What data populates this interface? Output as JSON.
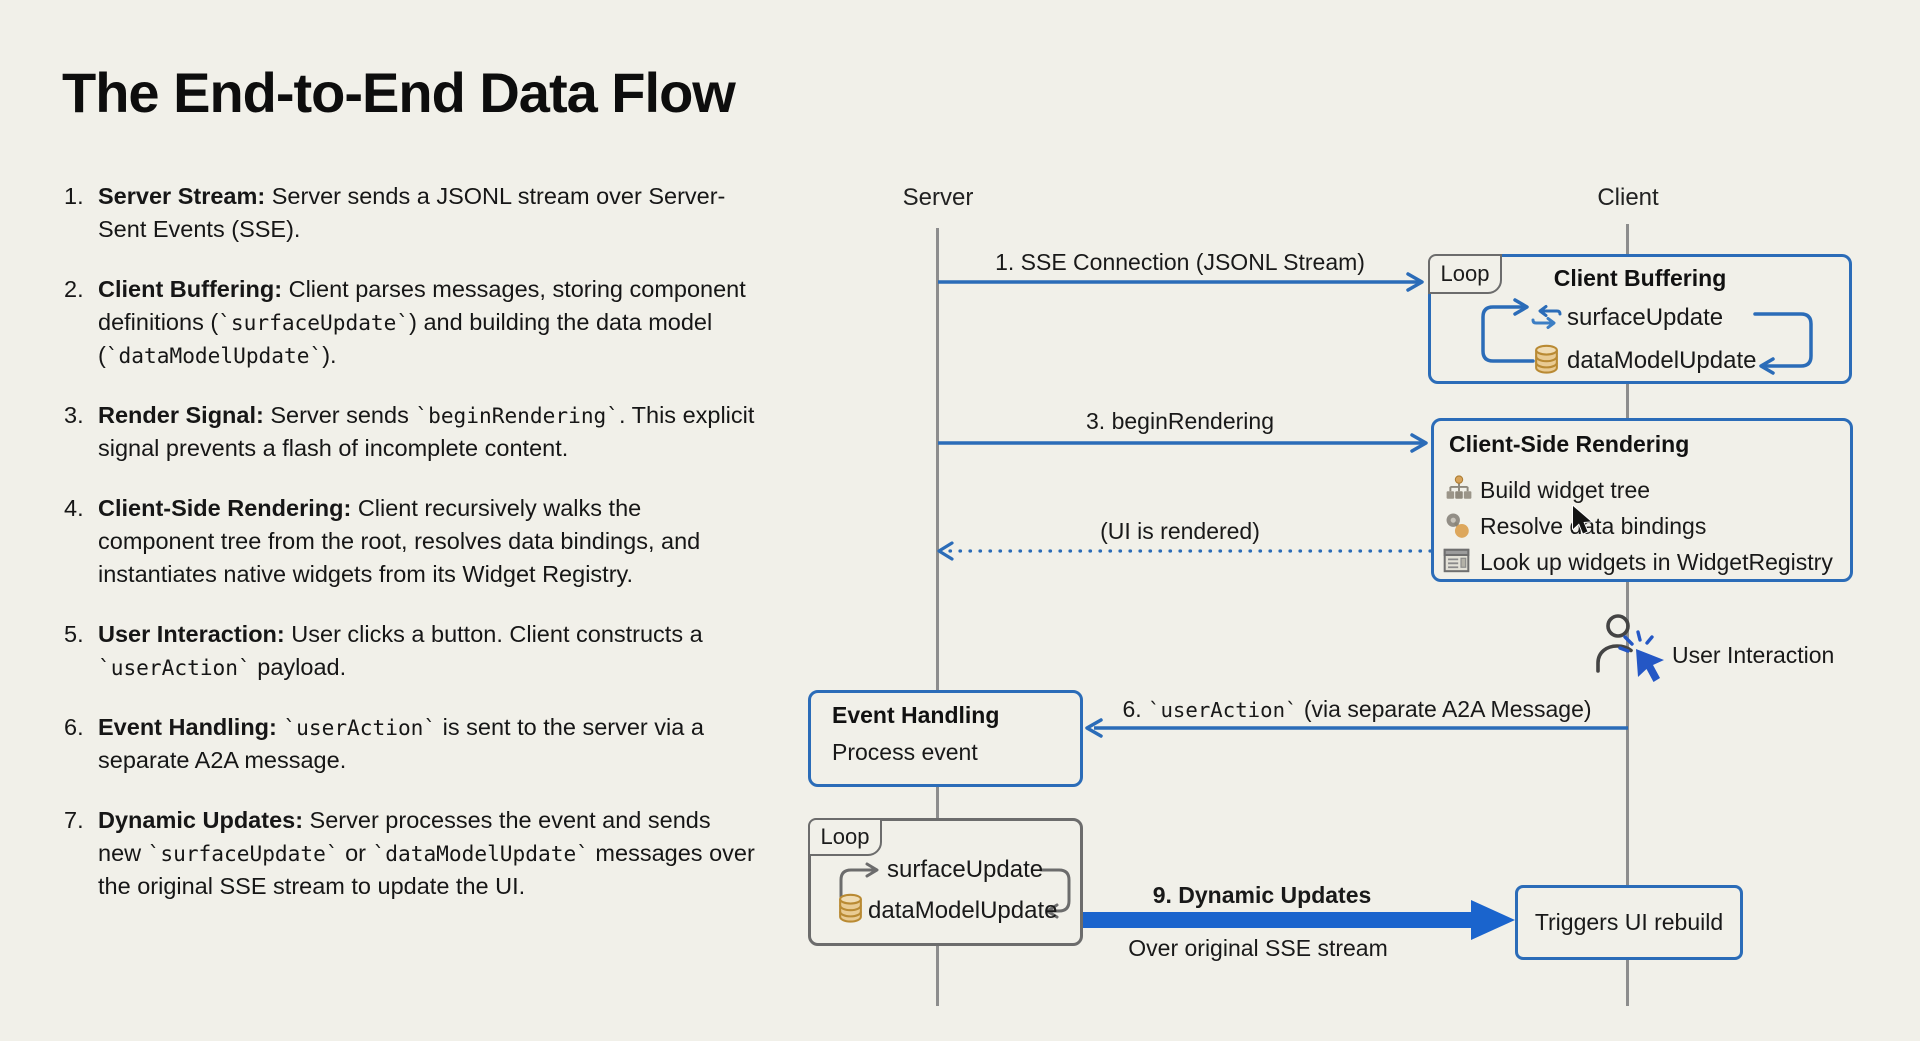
{
  "title": "The End-to-End Data Flow",
  "steps": [
    {
      "number": "1.",
      "parts": [
        {
          "s": "bold",
          "t": "Server Stream:"
        },
        {
          "s": "plain",
          "t": " Server sends a JSONL stream over Server-Sent Events (SSE)."
        }
      ]
    },
    {
      "number": "2.",
      "parts": [
        {
          "s": "bold",
          "t": "Client Buffering:"
        },
        {
          "s": "plain",
          "t": " Client parses messages, storing component definitions ("
        },
        {
          "s": "code",
          "t": "`surfaceUpdate`"
        },
        {
          "s": "plain",
          "t": ") and building the data model ("
        },
        {
          "s": "code",
          "t": "`dataModelUpdate`"
        },
        {
          "s": "plain",
          "t": ")."
        }
      ]
    },
    {
      "number": "3.",
      "parts": [
        {
          "s": "bold",
          "t": "Render Signal:"
        },
        {
          "s": "plain",
          "t": " Server sends "
        },
        {
          "s": "code",
          "t": "`beginRendering`"
        },
        {
          "s": "plain",
          "t": ". This explicit signal prevents a flash of incomplete content."
        }
      ]
    },
    {
      "number": "4.",
      "parts": [
        {
          "s": "bold",
          "t": "Client-Side Rendering:"
        },
        {
          "s": "plain",
          "t": " Client recursively walks the component tree from the root, resolves data bindings, and instantiates native widgets from its Widget Registry."
        }
      ]
    },
    {
      "number": "5.",
      "parts": [
        {
          "s": "bold",
          "t": "User Interaction:"
        },
        {
          "s": "plain",
          "t": " User clicks a button. Client constructs a "
        },
        {
          "s": "code",
          "t": "`userAction`"
        },
        {
          "s": "plain",
          "t": " payload."
        }
      ]
    },
    {
      "number": "6.",
      "parts": [
        {
          "s": "bold",
          "t": "Event Handling:"
        },
        {
          "s": "plain",
          "t": " "
        },
        {
          "s": "code",
          "t": "`userAction`"
        },
        {
          "s": "plain",
          "t": " is sent to the server via a separate A2A message."
        }
      ]
    },
    {
      "number": "7.",
      "parts": [
        {
          "s": "bold",
          "t": "Dynamic Updates:"
        },
        {
          "s": "plain",
          "t": " Server processes the event and sends new "
        },
        {
          "s": "code",
          "t": "`surfaceUpdate`"
        },
        {
          "s": "plain",
          "t": " or "
        },
        {
          "s": "code",
          "t": "`dataModelUpdate`"
        },
        {
          "s": "plain",
          "t": " messages over the original SSE stream to update the UI."
        }
      ]
    }
  ],
  "diagram": {
    "server_label": "Server",
    "client_label": "Client",
    "arrow1_label": "1. SSE Connection (JSONL Stream)",
    "arrow3_label": "3. beginRendering",
    "rendered_label": "(UI is rendered)",
    "arrow6_parts": [
      {
        "s": "plain",
        "t": "6. "
      },
      {
        "s": "code",
        "t": "`userAction`"
      },
      {
        "s": "plain",
        "t": " (via separate A2A Message)"
      }
    ],
    "arrow9_label": "9. Dynamic Updates",
    "arrow9_sublabel": "Over original SSE stream",
    "client_buffering": {
      "tab": "Loop",
      "title": "Client Buffering",
      "row1": {
        "icon": "swap-icon",
        "label": "surfaceUpdate"
      },
      "row2": {
        "icon": "database-icon",
        "label": "dataModelUpdate"
      }
    },
    "client_side_rendering": {
      "title": "Client-Side Rendering",
      "row1": {
        "icon": "widget-tree-icon",
        "label": "Build widget tree"
      },
      "row2": {
        "icon": "data-binding-icon",
        "label": "Resolve data bindings"
      },
      "row3": {
        "icon": "registry-icon",
        "label": "Look up widgets in WidgetRegistry"
      }
    },
    "user_interaction_label": "User Interaction",
    "event_handling": {
      "title": "Event Handling",
      "body": "Process event"
    },
    "server_loop": {
      "tab": "Loop",
      "row1": {
        "label": "surfaceUpdate"
      },
      "row2": {
        "icon": "database-icon",
        "label": "dataModelUpdate"
      }
    },
    "triggers_label": "Triggers UI rebuild"
  },
  "colors": {
    "background": "#f1f0e9",
    "accent_blue": "#2b6cb8",
    "thick_arrow_blue": "#1a64cd",
    "lifeline_gray": "#8d8d8d",
    "loop_border_gray": "#6c6c6c",
    "database_tan": "#e9cb93",
    "cursor_click_blue": "#2457c5"
  }
}
